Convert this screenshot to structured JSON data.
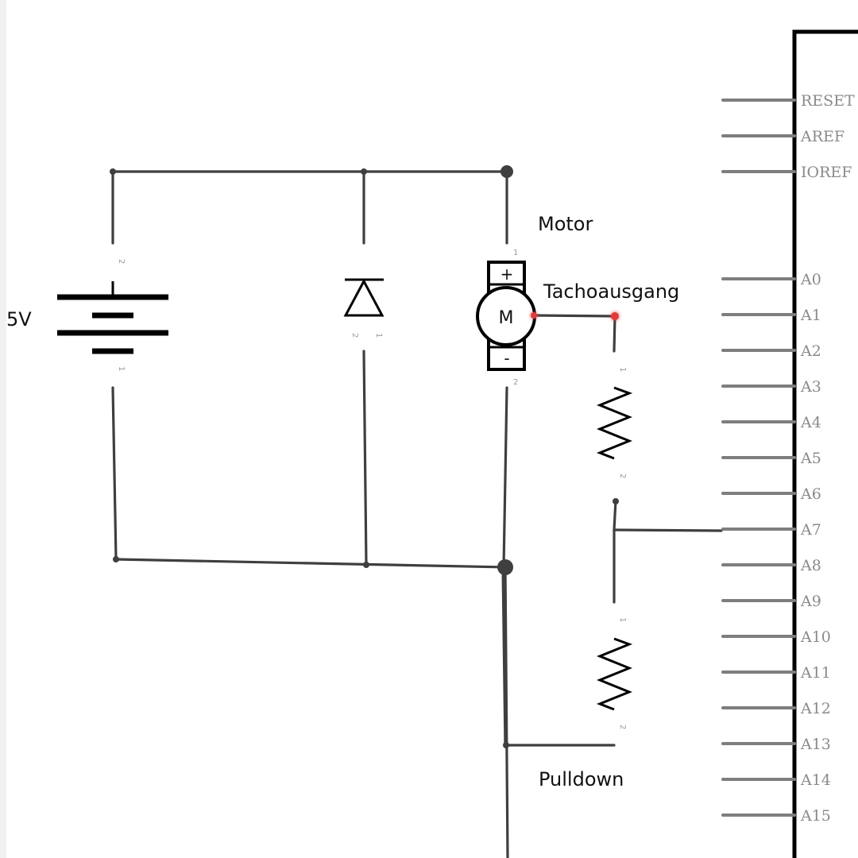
{
  "labels": {
    "battery": "5V",
    "motor": "Motor",
    "tacho": "Tachoausgang",
    "pulldown": "Pulldown",
    "motor_symbol": "M",
    "motor_plus": "+",
    "motor_minus": "-"
  },
  "pin_numbers": {
    "battery_top": "2",
    "battery_bottom": "1",
    "diode_top": "2",
    "diode_bottom": "1",
    "motor_top": "1",
    "motor_bottom": "2",
    "r1_top": "1",
    "r1_bottom": "2",
    "r2_top": "1",
    "r2_bottom": "2"
  },
  "arduino_pins": [
    "RESET",
    "AREF",
    "IOREF",
    "A0",
    "A1",
    "A2",
    "A3",
    "A4",
    "A5",
    "A6",
    "A7",
    "A8",
    "A9",
    "A10",
    "A11",
    "A12",
    "A13",
    "A14",
    "A15"
  ],
  "connected_pin": "A7",
  "colors": {
    "wire": "#3f3f3f",
    "connected": "#3cc43c",
    "unconnected": "#e23b3b",
    "pin_line": "#7e7e7e",
    "pin_label": "#8a8a8a"
  }
}
